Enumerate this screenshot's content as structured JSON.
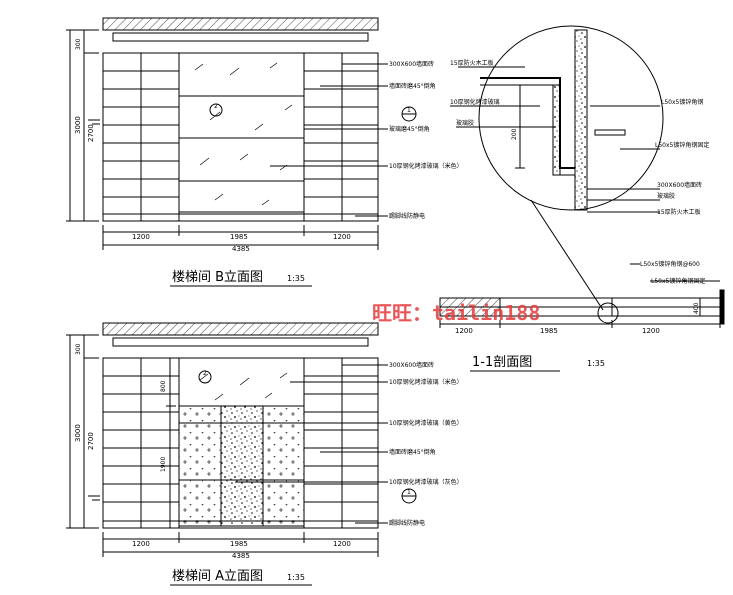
{
  "elevation_b": {
    "title": "楼梯间 B立面图",
    "scale": "1:35",
    "dim_total_h": "3000",
    "dim_inner_h": "2700",
    "dim_top": "300",
    "dim_w1": "1200",
    "dim_w2": "1985",
    "dim_w3": "1200",
    "dim_total_w": "4385",
    "section_mark": "1",
    "center_mark": "2",
    "labels": [
      "300X600墙面砖",
      "墙面砖磨45°倒角",
      "玻璃磨45°倒角",
      "10厚钢化烤漆玻璃（米色）",
      "踢脚线防静电"
    ]
  },
  "elevation_a": {
    "title": "楼梯间 A立面图",
    "scale": "1:35",
    "dim_total_h": "3000",
    "dim_inner_h": "2700",
    "dim_top": "300",
    "dim_upper": "800",
    "dim_lower": "1900",
    "dim_w1": "1200",
    "dim_w2": "1985",
    "dim_w3": "1200",
    "dim_total_w": "4385",
    "section_mark": "1",
    "center_mark": "2",
    "labels": [
      "300X600墙面砖",
      "10厚钢化烤漆玻璃（米色）",
      "10厚钢化烤漆玻璃（黄色）",
      "墙面砖磨45°倒角",
      "10厚钢化烤漆玻璃（灰色）",
      "踢脚线防静电"
    ]
  },
  "detail": {
    "labels": [
      "15厚防火木工板",
      "10厚钢化烤漆玻璃",
      "玻璃胶",
      "L50x5镀锌角钢",
      "L50x5镀锌角钢固定",
      "300X600墙面砖",
      "玻璃胶",
      "15厚防火木工板"
    ],
    "dim": "200"
  },
  "section": {
    "title": "1-1剖面图",
    "scale": "1:35",
    "label_top": "L50x5镀锌角钢@600",
    "label_right": "L50x5镀锌角钢固定",
    "dim_w1": "1200",
    "dim_w2": "1985",
    "dim_w3": "1200",
    "dim_side": "400"
  },
  "watermark": "旺旺：tailin188",
  "colors": {
    "line": "#000000",
    "watermark": "#e53a3a"
  }
}
